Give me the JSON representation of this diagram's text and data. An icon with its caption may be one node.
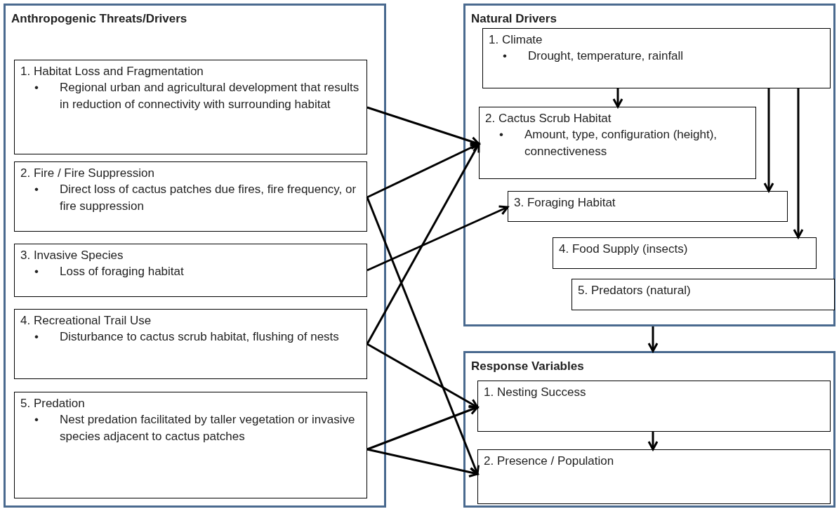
{
  "diagram": {
    "nodes": [
      {
        "text": [
          "Anthropogenic Threats/Drivers"
        ]
      },
      {
        "text": [
          "1. Habitat Loss and Fragmentation",
          "•",
          "Regional urban and agricultural development that results in reduction of connectivity with surrounding habitat"
        ],
        "in": 0
      },
      {
        "text": [
          "2. Fire / Fire Suppression",
          "•",
          "Direct loss of cactus patches due fires, fire frequency, or fire suppression"
        ],
        "in": 0
      },
      {
        "text": [
          "3. Invasive Species",
          "•",
          "Loss of foraging habitat"
        ],
        "in": 0
      },
      {
        "text": [
          "4. Recreational Trail Use",
          "•",
          "Disturbance to cactus scrub habitat, flushing of nests"
        ],
        "in": 0
      },
      {
        "text": [
          "5. Predation",
          "•",
          "Nest predation facilitated by taller vegetation or invasive species adjacent to cactus patches"
        ],
        "in": 0
      },
      {
        "text": [
          "Natural Drivers"
        ]
      },
      {
        "text": [
          "1. Climate",
          "•",
          "Drought, temperature, rainfall"
        ],
        "in": 6
      },
      {
        "text": [
          "2. Cactus Scrub Habitat",
          "•",
          "Amount, type, configuration (height), connectiveness"
        ],
        "in": 6
      },
      {
        "text": [
          "3. Foraging Habitat"
        ],
        "in": 6
      },
      {
        "text": [
          "4. Food Supply (insects)"
        ],
        "in": 6
      },
      {
        "text": [
          "5. Predators (natural)"
        ],
        "in": 6
      },
      {
        "text": [
          "Response Variables"
        ]
      },
      {
        "text": [
          "1. Nesting Success"
        ],
        "in": 12
      },
      {
        "text": [
          "2. Presence / Population"
        ],
        "in": 12
      }
    ],
    "edges": [
      {
        "from": 1,
        "to": 8,
        "arrow": "to"
      },
      {
        "from": 2,
        "to": 8,
        "arrow": "to"
      },
      {
        "from": 2,
        "to": 14,
        "arrow": "to"
      },
      {
        "from": 3,
        "to": 9,
        "arrow": "to"
      },
      {
        "from": 4,
        "to": 8,
        "arrow": "to"
      },
      {
        "from": 4,
        "to": 13,
        "arrow": "to"
      },
      {
        "from": 5,
        "to": 13,
        "arrow": "to"
      },
      {
        "from": 5,
        "to": 14,
        "arrow": "to"
      },
      {
        "from": 7,
        "to": 8,
        "arrow": "to"
      },
      {
        "from": 7,
        "to": 9,
        "arrow": "to"
      },
      {
        "from": 7,
        "to": 10,
        "arrow": "to"
      },
      {
        "from": 6,
        "to": 12,
        "arrow": "to"
      },
      {
        "from": 13,
        "to": 14,
        "arrow": "to"
      }
    ]
  }
}
